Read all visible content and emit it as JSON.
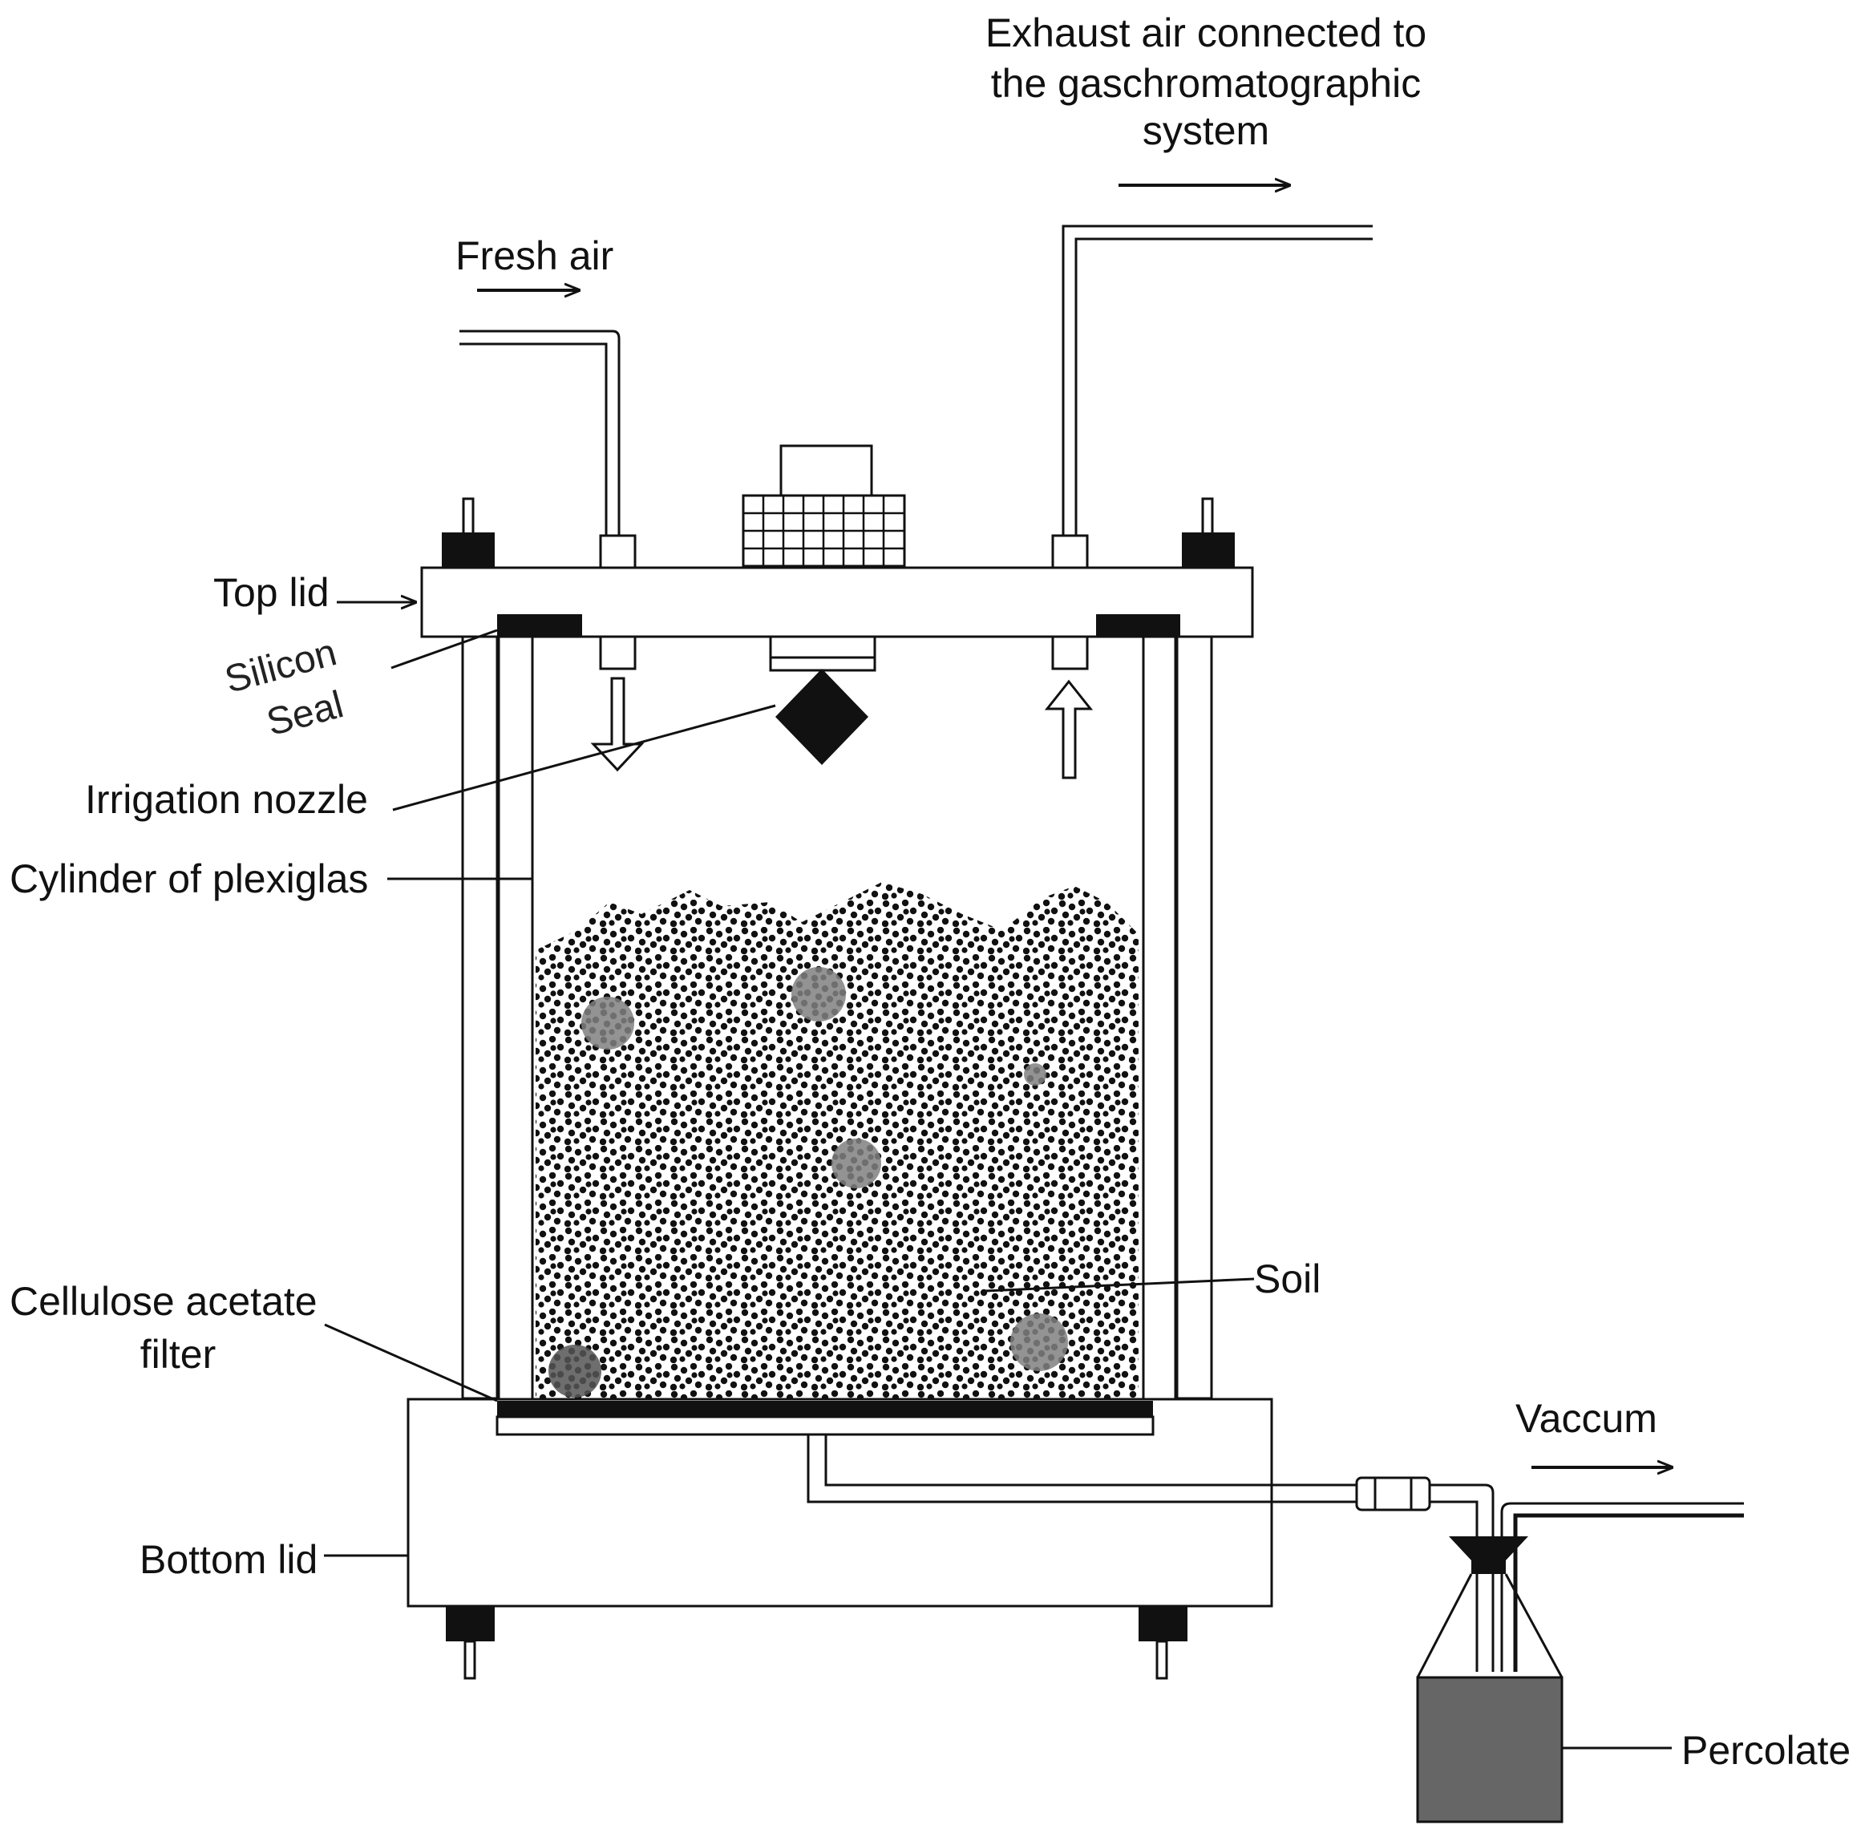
{
  "labels": {
    "exhaust": [
      "Exhaust air connected to",
      "the gaschromatographic",
      "system"
    ],
    "fresh_air": "Fresh air",
    "top_lid": "Top lid",
    "silicon_seal": [
      "Silicon",
      "Seal"
    ],
    "irrigation_nozzle": "Irrigation nozzle",
    "cylinder": "Cylinder of plexiglas",
    "cellulose_filter": [
      "Cellulose acetate",
      "filter"
    ],
    "soil": "Soil",
    "bottom_lid": "Bottom lid",
    "vaccum": "Vaccum",
    "percolate": "Percolate"
  },
  "colors": {
    "line": "#111111",
    "seal": "#111111",
    "soil_dots": "#111111",
    "stone": "#808080",
    "percolate_fill": "#666666"
  }
}
